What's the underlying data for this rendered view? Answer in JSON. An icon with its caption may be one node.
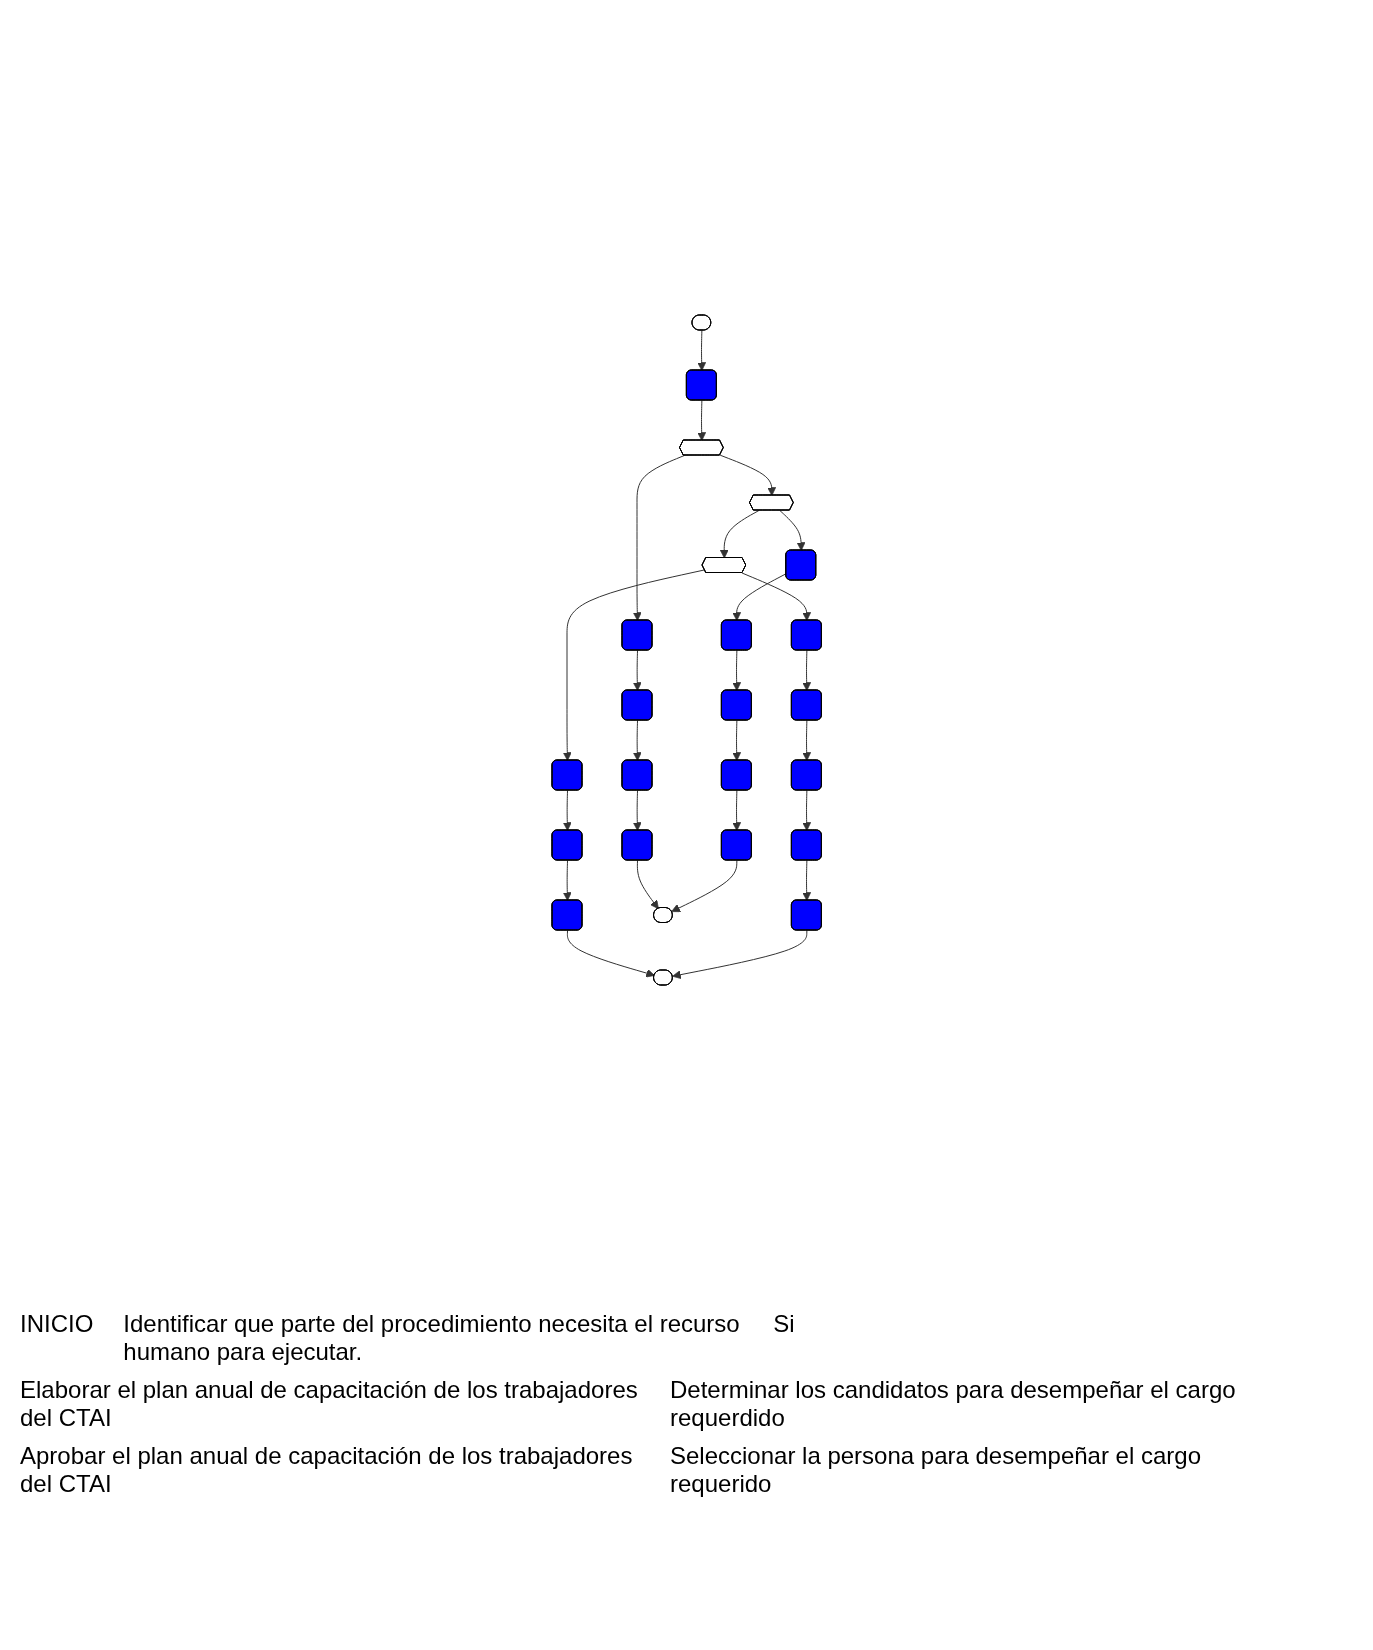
{
  "diagram": {
    "nodes": [
      {
        "text": [],
        "shape": "oval"
      },
      {
        "text": [],
        "shape": "box"
      },
      {
        "text": [],
        "shape": "hexagon"
      },
      {
        "text": [],
        "shape": "hexagon"
      },
      {
        "text": [],
        "shape": "box"
      },
      {
        "text": [],
        "shape": "box"
      },
      {
        "text": [],
        "shape": "hexagon"
      },
      {
        "text": [],
        "shape": "box"
      },
      {
        "text": [],
        "shape": "box"
      },
      {
        "text": [],
        "shape": "box"
      },
      {
        "text": [],
        "shape": "box"
      },
      {
        "text": [],
        "shape": "box"
      },
      {
        "text": [],
        "shape": "box"
      },
      {
        "text": [],
        "shape": "box"
      },
      {
        "text": [],
        "shape": "box"
      },
      {
        "text": [],
        "shape": "box"
      },
      {
        "text": [],
        "shape": "box"
      },
      {
        "text": [],
        "shape": "box"
      },
      {
        "text": [],
        "shape": "box"
      },
      {
        "text": [],
        "shape": "box"
      },
      {
        "text": [],
        "shape": "oval"
      },
      {
        "text": [],
        "shape": "oval"
      },
      {
        "text": [],
        "shape": "box"
      },
      {
        "text": [],
        "shape": "box"
      }
    ],
    "edges": [
      {
        "from": 0,
        "to": 1,
        "arrow": "to"
      },
      {
        "from": 1,
        "to": 2,
        "arrow": "to"
      },
      {
        "from": 2,
        "to": 3,
        "arrow": "to"
      },
      {
        "from": 2,
        "to": 4,
        "arrow": "to"
      },
      {
        "from": 3,
        "to": 5,
        "arrow": "to"
      },
      {
        "from": 3,
        "to": 6,
        "arrow": "to"
      },
      {
        "from": 6,
        "to": 7,
        "arrow": "to"
      },
      {
        "from": 6,
        "to": 8,
        "arrow": "to"
      },
      {
        "from": 4,
        "to": 9,
        "arrow": "to"
      },
      {
        "from": 9,
        "to": 13,
        "arrow": "to"
      },
      {
        "from": 13,
        "to": 17,
        "arrow": "to"
      },
      {
        "from": 17,
        "to": 21,
        "arrow": "to"
      },
      {
        "from": 5,
        "to": 10,
        "arrow": "to"
      },
      {
        "from": 10,
        "to": 14,
        "arrow": "to"
      },
      {
        "from": 14,
        "to": 18,
        "arrow": "to"
      },
      {
        "from": 18,
        "to": 22,
        "arrow": "to"
      },
      {
        "from": 22,
        "to": 21,
        "arrow": "to"
      },
      {
        "from": 7,
        "to": 11,
        "arrow": "to"
      },
      {
        "from": 11,
        "to": 15,
        "arrow": "to"
      },
      {
        "from": 15,
        "to": 19,
        "arrow": "to"
      },
      {
        "from": 19,
        "to": 23,
        "arrow": "to"
      },
      {
        "from": 8,
        "to": 12,
        "arrow": "to"
      },
      {
        "from": 12,
        "to": 16,
        "arrow": "to"
      },
      {
        "from": 16,
        "to": 20,
        "arrow": "to"
      },
      {
        "from": 23,
        "to": 20,
        "arrow": "to"
      }
    ],
    "labels": [
      "INICIO",
      "Identificar que parte del procedimiento necesita el recurso humano para ejecutar.",
      "Si",
      "Elaborar el plan anual de capacitación de los trabajadores del CTAI",
      "Determinar los candidatos para desempeñar el cargo requerdido",
      "Aprobar el plan anual de capacitación de los trabajadores del CTAI",
      "Seleccionar la persona para desempeñar el cargo requerido"
    ]
  }
}
